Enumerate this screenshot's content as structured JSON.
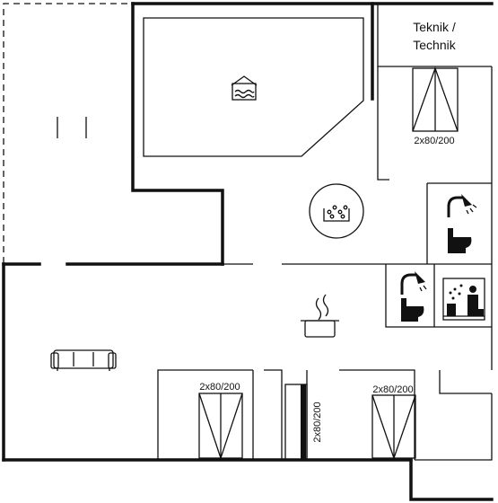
{
  "plan": {
    "rooms": {
      "technik_label_line1": "Teknik /",
      "technik_label_line2": "Technik"
    },
    "beds": [
      {
        "id": "bed-top-right",
        "label": "2x80/200"
      },
      {
        "id": "bed-bottom-left",
        "label": "2x80/200"
      },
      {
        "id": "bed-bottom-middle",
        "label": "2x80/200"
      },
      {
        "id": "bed-bottom-right",
        "label": "2x80/200"
      }
    ],
    "icons": [
      "pool-icon",
      "whirlpool-icon",
      "shower-icon",
      "toilet-icon",
      "sauna-icon",
      "cooking-pot-icon",
      "sofa-icon"
    ]
  }
}
